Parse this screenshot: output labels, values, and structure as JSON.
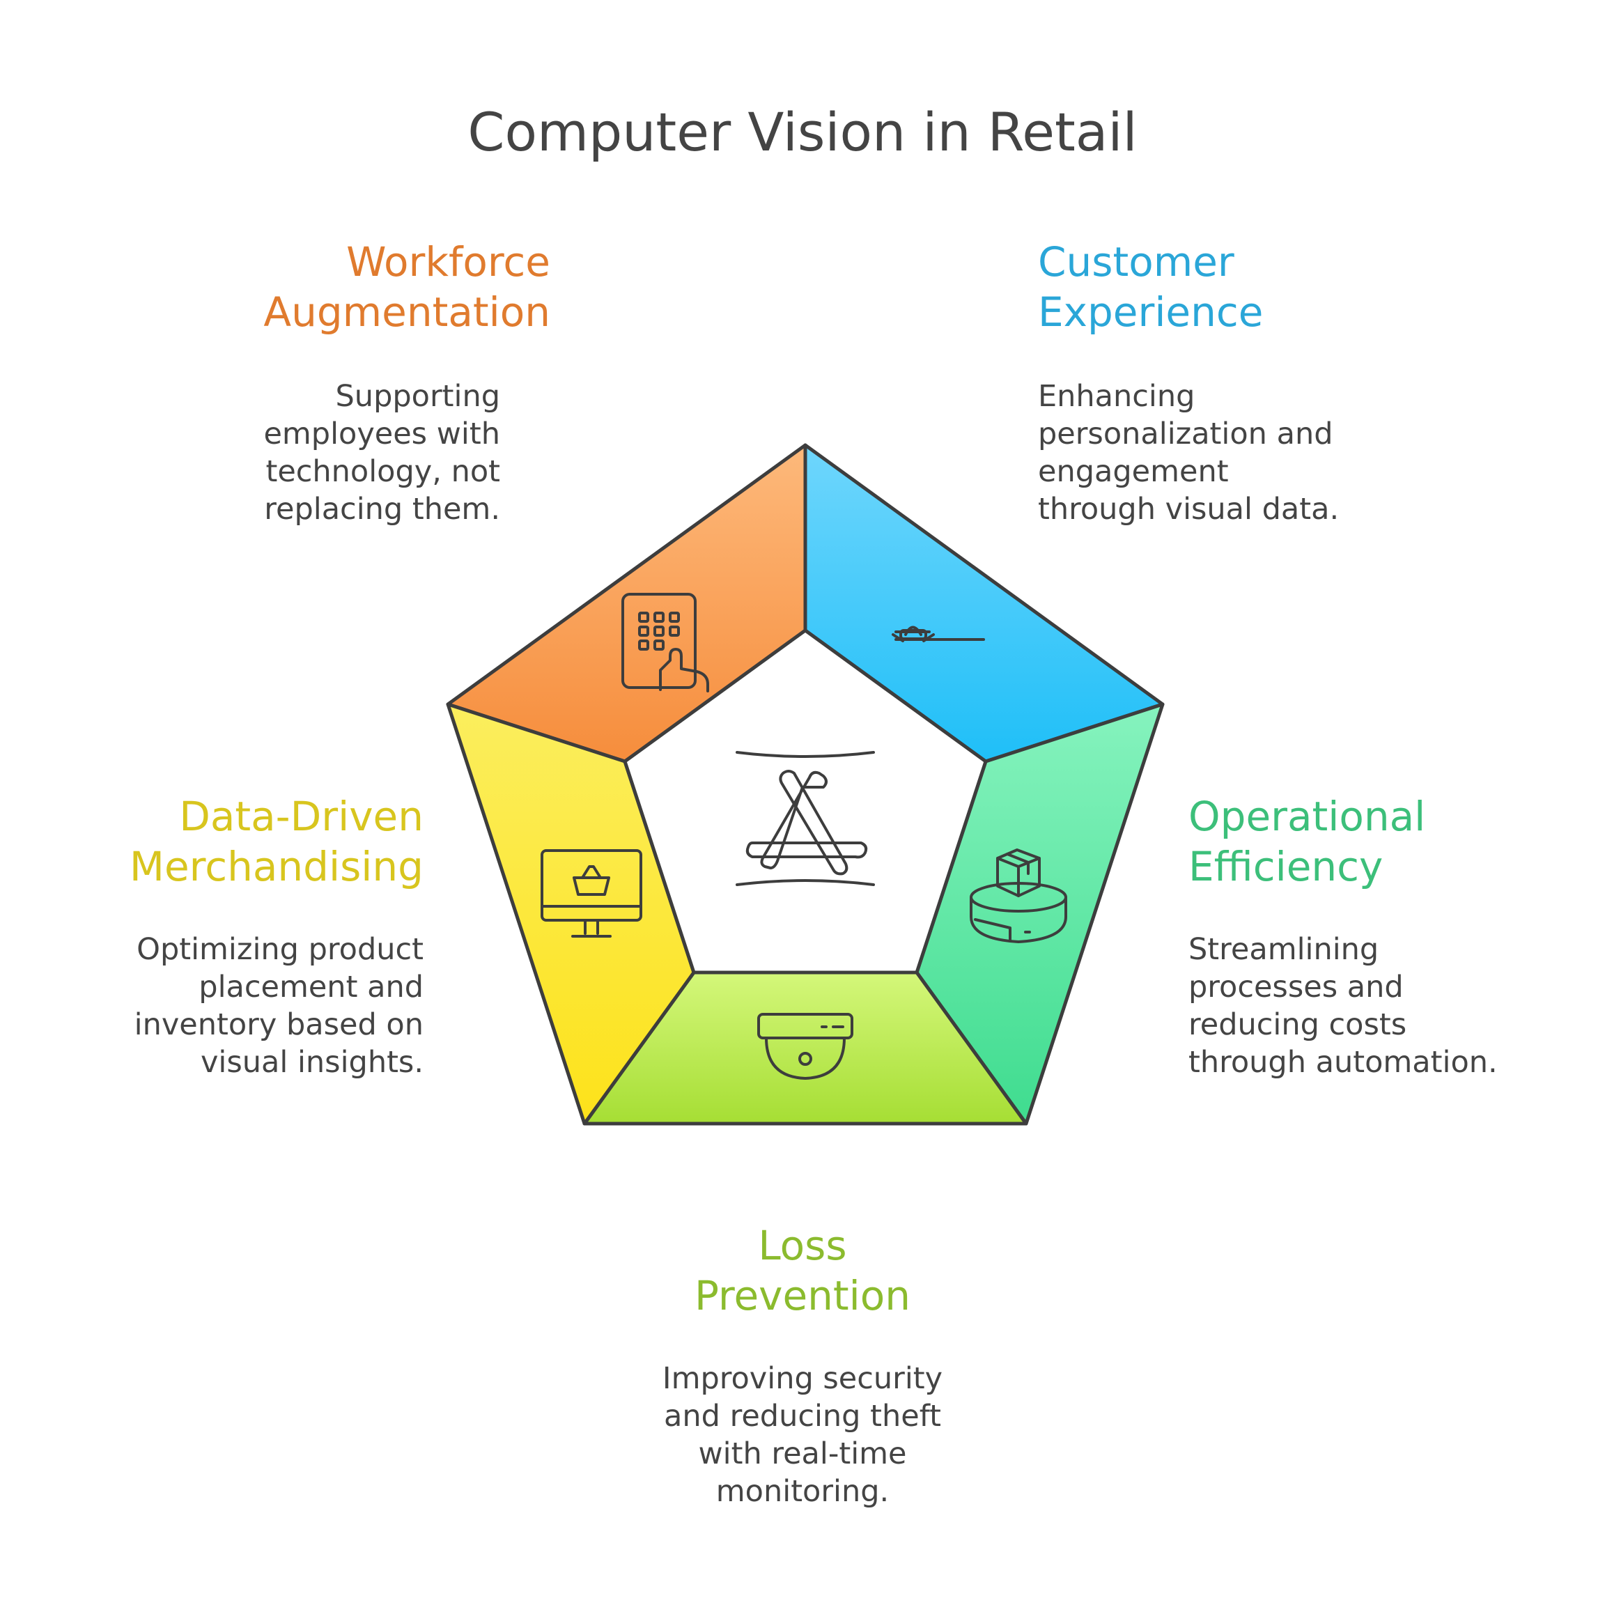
{
  "title": "Computer Vision in Retail",
  "segments": [
    {
      "id": "workforce",
      "title_lines": [
        "Workforce",
        "Augmentation"
      ],
      "description_lines": [
        "Supporting",
        "employees with",
        "technology, not",
        "replacing them."
      ],
      "color": "#e07b2e",
      "fill_gradient": [
        "#fdb97b",
        "#f68d3c"
      ],
      "icon": "touch-keypad-icon"
    },
    {
      "id": "customer",
      "title_lines": [
        "Customer",
        "Experience"
      ],
      "description_lines": [
        "Enhancing",
        "personalization and",
        "engagement",
        "through visual data."
      ],
      "color": "#2aa6d8",
      "fill_gradient": [
        "#6fd6fc",
        "#1fbff8"
      ],
      "icon": "smiling-basket-icon"
    },
    {
      "id": "operational",
      "title_lines": [
        "Operational",
        "Efficiency"
      ],
      "description_lines": [
        "Streamlining",
        "processes and",
        "reducing costs",
        "through automation."
      ],
      "color": "#3cbf7a",
      "fill_gradient": [
        "#86f3be",
        "#3fdc8f"
      ],
      "icon": "conveyor-box-icon"
    },
    {
      "id": "loss",
      "title_lines": [
        "Loss",
        "Prevention"
      ],
      "description_lines": [
        "Improving security",
        "and reducing theft",
        "with real-time",
        "monitoring."
      ],
      "color": "#8bbb2e",
      "fill_gradient": [
        "#d4f77a",
        "#a6de34"
      ],
      "icon": "security-camera-icon"
    },
    {
      "id": "merch",
      "title_lines": [
        "Data-Driven",
        "Merchandising"
      ],
      "description_lines": [
        "Optimizing product",
        "placement and",
        "inventory based on",
        "visual insights."
      ],
      "color": "#d8c51e",
      "fill_gradient": [
        "#fbee5e",
        "#fde21a"
      ],
      "icon": "monitor-basket-icon"
    }
  ],
  "center_icon": "app-store-vision-icon",
  "outline_color": "#3d3d3d"
}
